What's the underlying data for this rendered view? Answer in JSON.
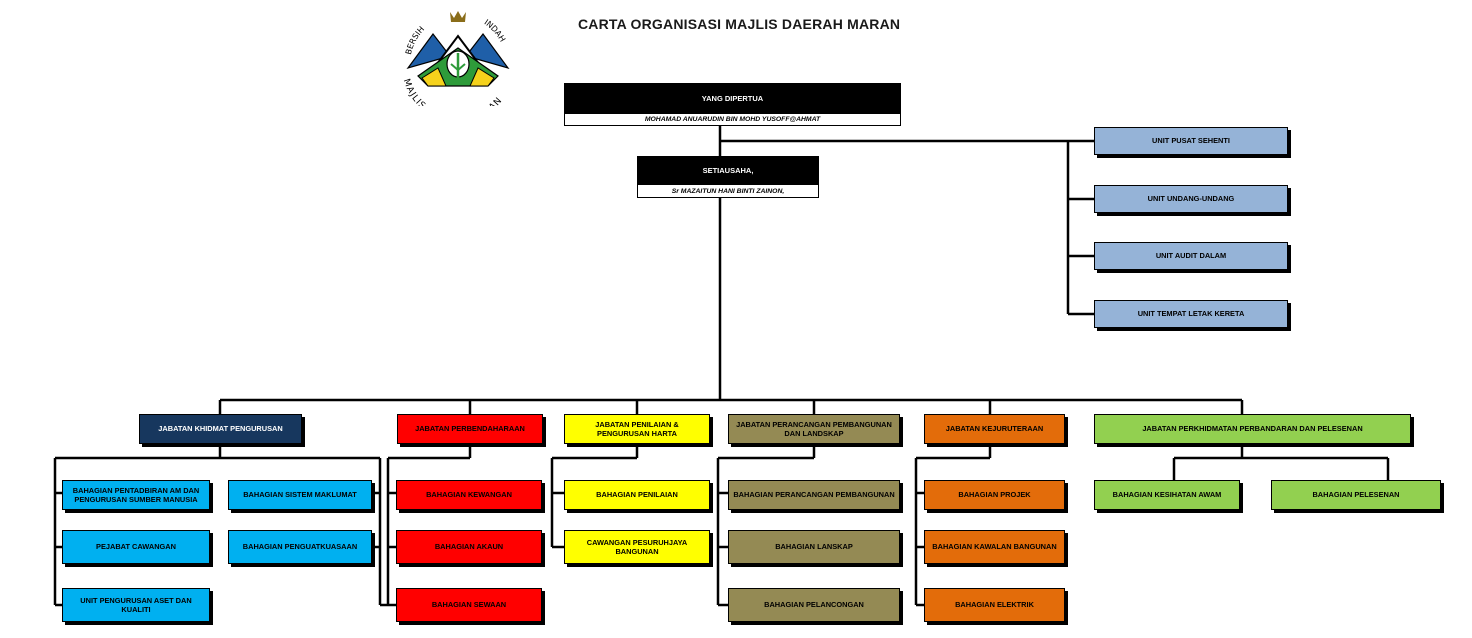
{
  "title": "CARTA ORGANISASI MAJLIS DAERAH MARAN",
  "logo": {
    "text_top_left": "BERSIH",
    "text_top_right": "INDAH",
    "text_bottom": "MAJLIS DAERAH MARAN"
  },
  "colors": {
    "navy": "#17375e",
    "blue": "#00b0f0",
    "red": "#ff0000",
    "yellow": "#ffff00",
    "olive": "#948a54",
    "orange": "#e36c0a",
    "green": "#92d050",
    "unit": "#95b3d7"
  },
  "top": {
    "title": "YANG DIPERTUA",
    "name": "MOHAMAD ANUARUDIN BIN MOHD YUSOFF@AHMAT"
  },
  "secretary": {
    "title": "SETIAUSAHA,",
    "name": "Sr MAZAITUN HANI BINTI ZAINON,"
  },
  "units": [
    "UNIT PUSAT SEHENTI",
    "UNIT UNDANG-UNDANG",
    "UNIT AUDIT DALAM",
    "UNIT TEMPAT LETAK KERETA"
  ],
  "departments": [
    {
      "name": "JABATAN KHIDMAT PENGURUSAN",
      "color": "navy",
      "sections": [
        "BAHAGIAN PENTADBIRAN AM DAN PENGURUSAN SUMBER MANUSIA",
        "PEJABAT CAWANGAN",
        "UNIT PENGURUSAN ASET DAN KUALITI",
        "BAHAGIAN SISTEM MAKLUMAT",
        "BAHAGIAN PENGUATKUASAAN"
      ]
    },
    {
      "name": "JABATAN PERBENDAHARAAN",
      "color": "red",
      "sections": [
        "BAHAGIAN KEWANGAN",
        "BAHAGIAN AKAUN",
        "BAHAGIAN SEWAAN"
      ]
    },
    {
      "name": "JABATAN PENILAIAN & PENGURUSAN HARTA",
      "color": "yellow",
      "sections": [
        "BAHAGIAN PENILAIAN",
        "CAWANGAN PESURUHJAYA BANGUNAN"
      ]
    },
    {
      "name": "JABATAN PERANCANGAN PEMBANGUNAN DAN LANDSKAP",
      "color": "olive",
      "sections": [
        "BAHAGIAN PERANCANGAN PEMBANGUNAN",
        "BAHAGIAN LANSKAP",
        "BAHAGIAN PELANCONGAN"
      ]
    },
    {
      "name": "JABATAN KEJURUTERAAN",
      "color": "orange",
      "sections": [
        "BAHAGIAN PROJEK",
        "BAHAGIAN KAWALAN BANGUNAN",
        "BAHAGIAN ELEKTRIK"
      ]
    },
    {
      "name": "JABATAN PERKHIDMATAN PERBANDARAN DAN PELESENAN",
      "color": "green",
      "sections": [
        "BAHAGIAN KESIHATAN AWAM",
        "BAHAGIAN PELESENAN"
      ]
    }
  ]
}
